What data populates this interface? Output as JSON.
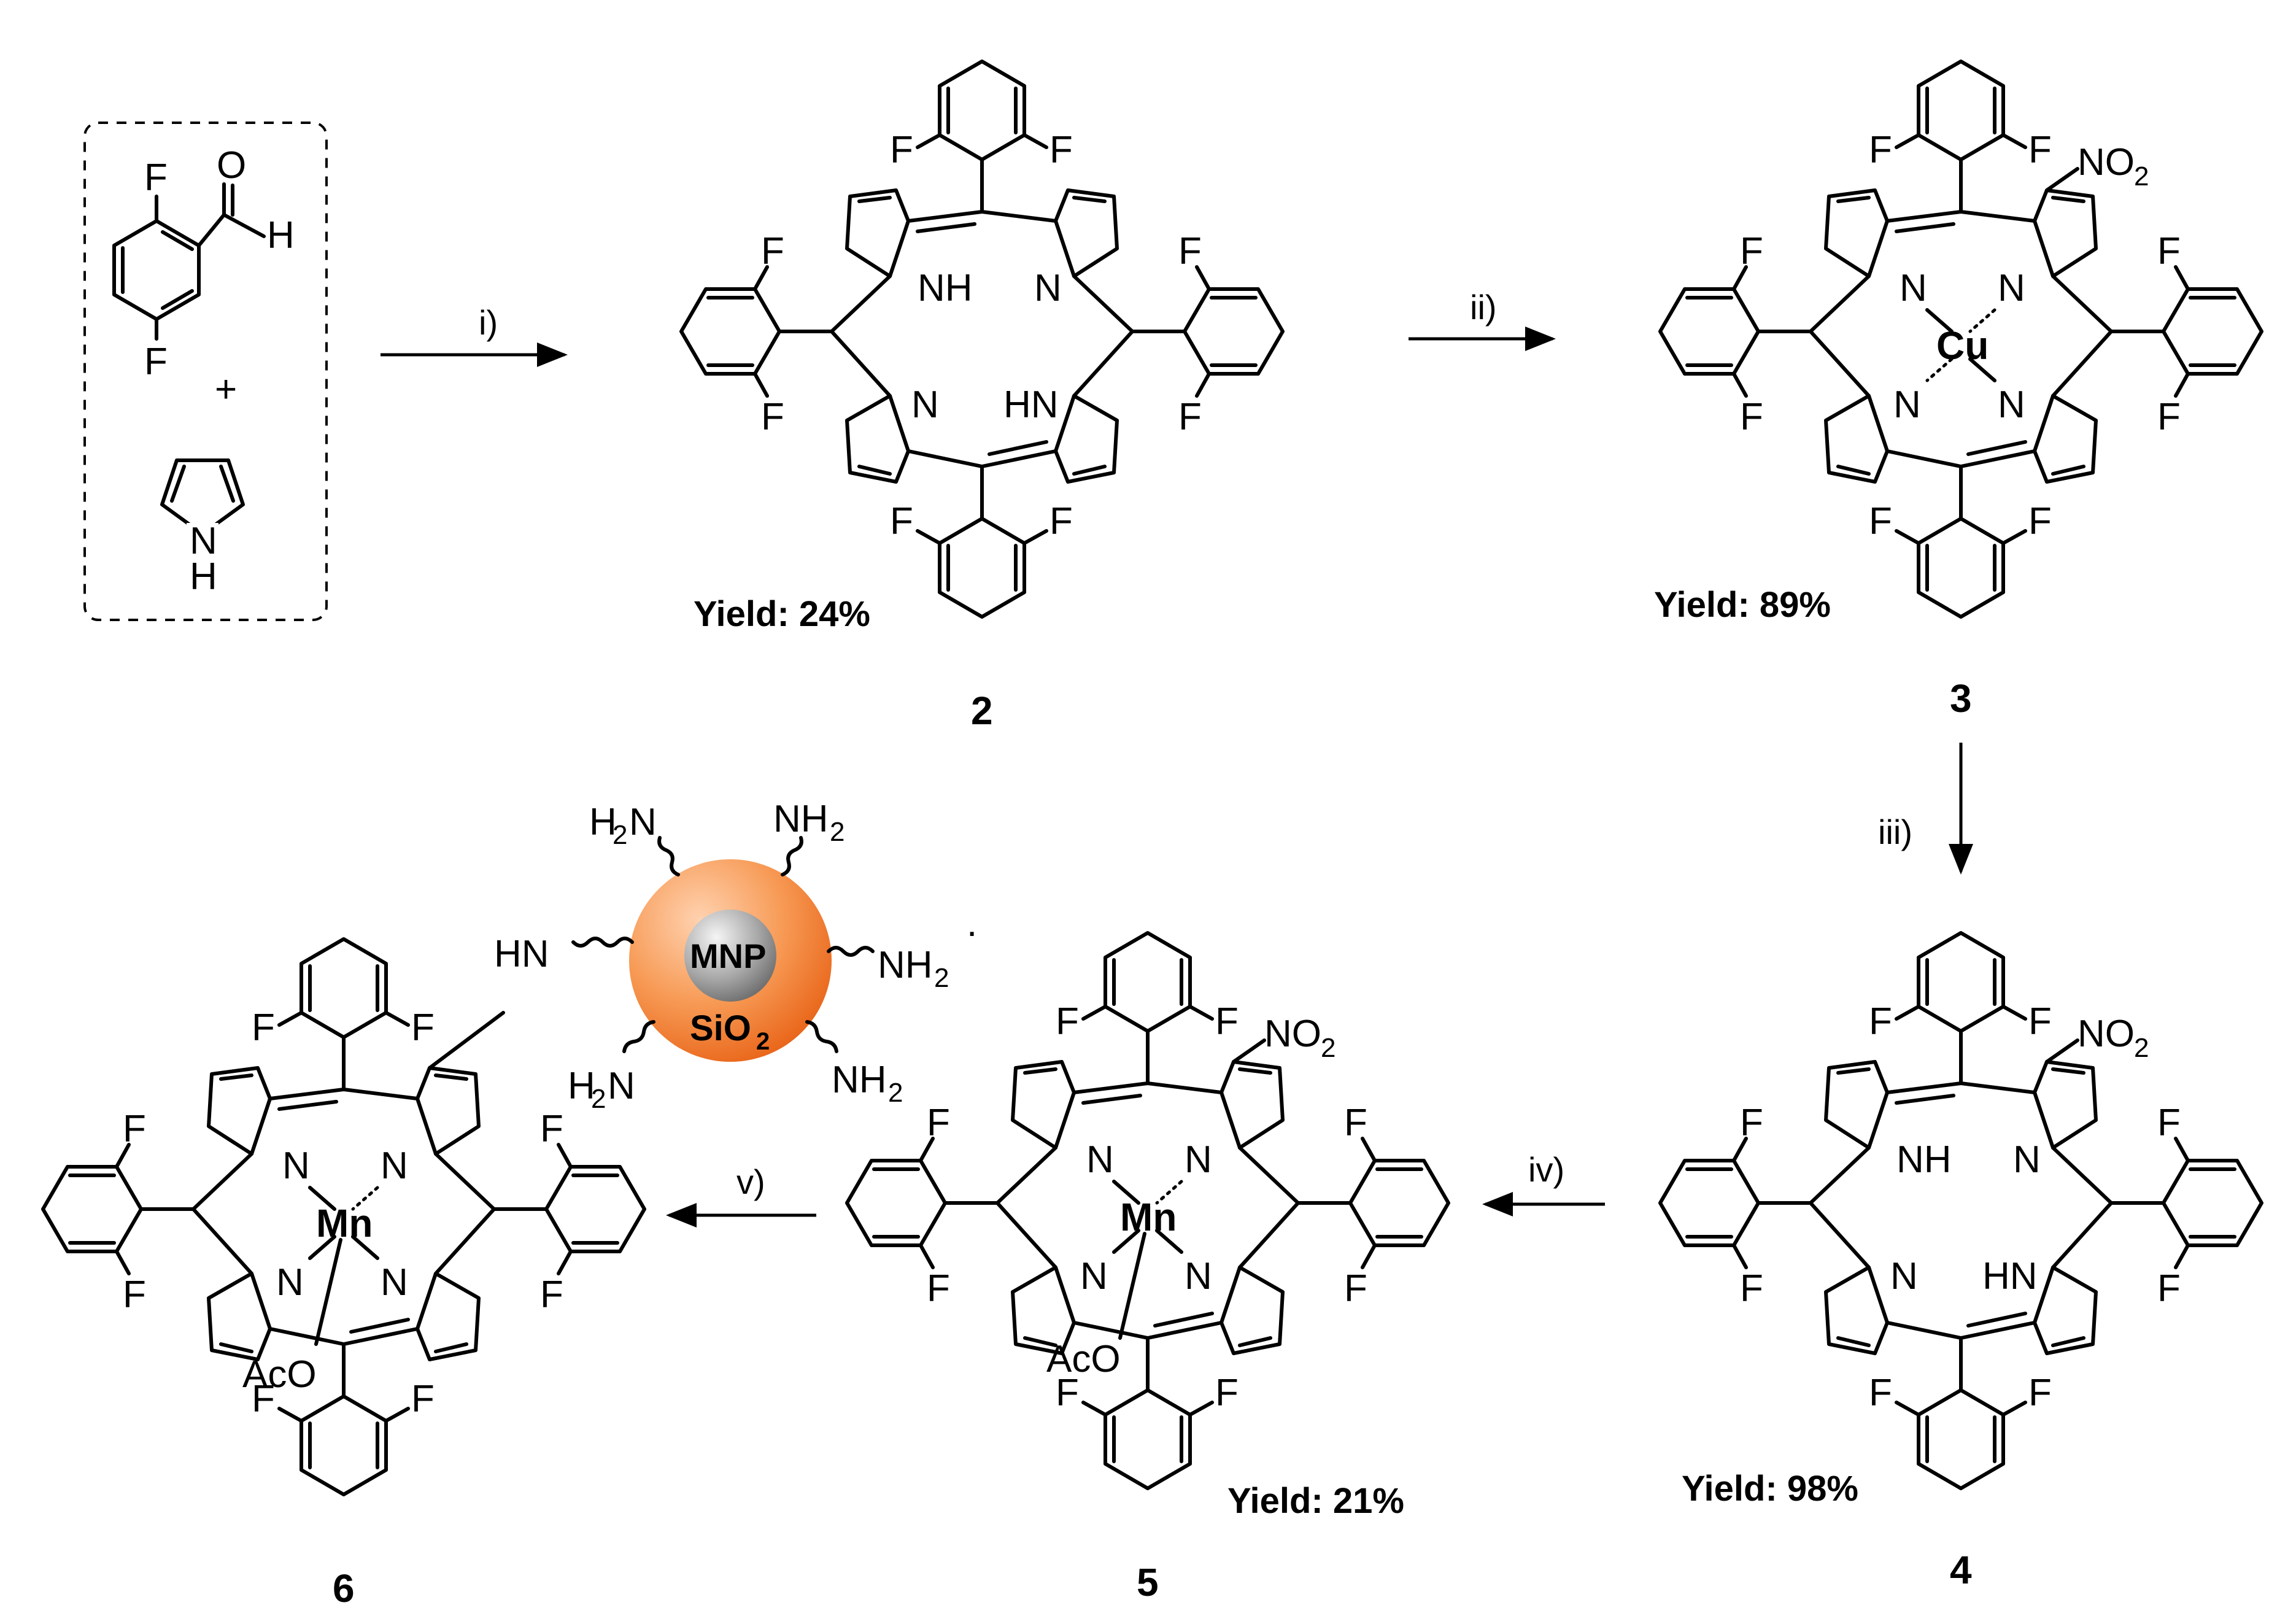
{
  "reactants": {
    "F_top": "F",
    "F_bottom": "F",
    "O": "O",
    "H": "H",
    "plus": "+",
    "pyrrole_N": "N",
    "pyrrole_H": "H"
  },
  "steps": {
    "i": "i)",
    "ii": "ii)",
    "iii": "iii)",
    "iv": "iv)",
    "v": "v)"
  },
  "compounds": {
    "c2": {
      "label": "2",
      "yield": "Yield: 24%"
    },
    "c3": {
      "label": "3",
      "yield": "Yield: 89%",
      "metal": "Cu"
    },
    "c4": {
      "label": "4",
      "yield": "Yield: 98%"
    },
    "c5": {
      "label": "5",
      "yield": "Yield: 21%",
      "metal": "Mn",
      "axial": "AcO"
    },
    "c6": {
      "label": "6",
      "metal": "Mn",
      "axial": "AcO"
    }
  },
  "atoms": {
    "F": "F",
    "N": "N",
    "NH": "NH",
    "HN": "HN",
    "NO": "NO",
    "two": "2"
  },
  "nanoparticle": {
    "core": "MNP",
    "shell_Si": "SiO",
    "shell_sub": "2",
    "amine_H": "H",
    "amine_N": "N",
    "amine_NH": "NH",
    "sub2": "2",
    "linker": "HN",
    "dot": "."
  },
  "colors": {
    "shell_orange": "#F47C2C",
    "shell_light": "#FFD2B0",
    "core_gray": "#8A8A8A",
    "core_light": "#F0F0F0"
  }
}
